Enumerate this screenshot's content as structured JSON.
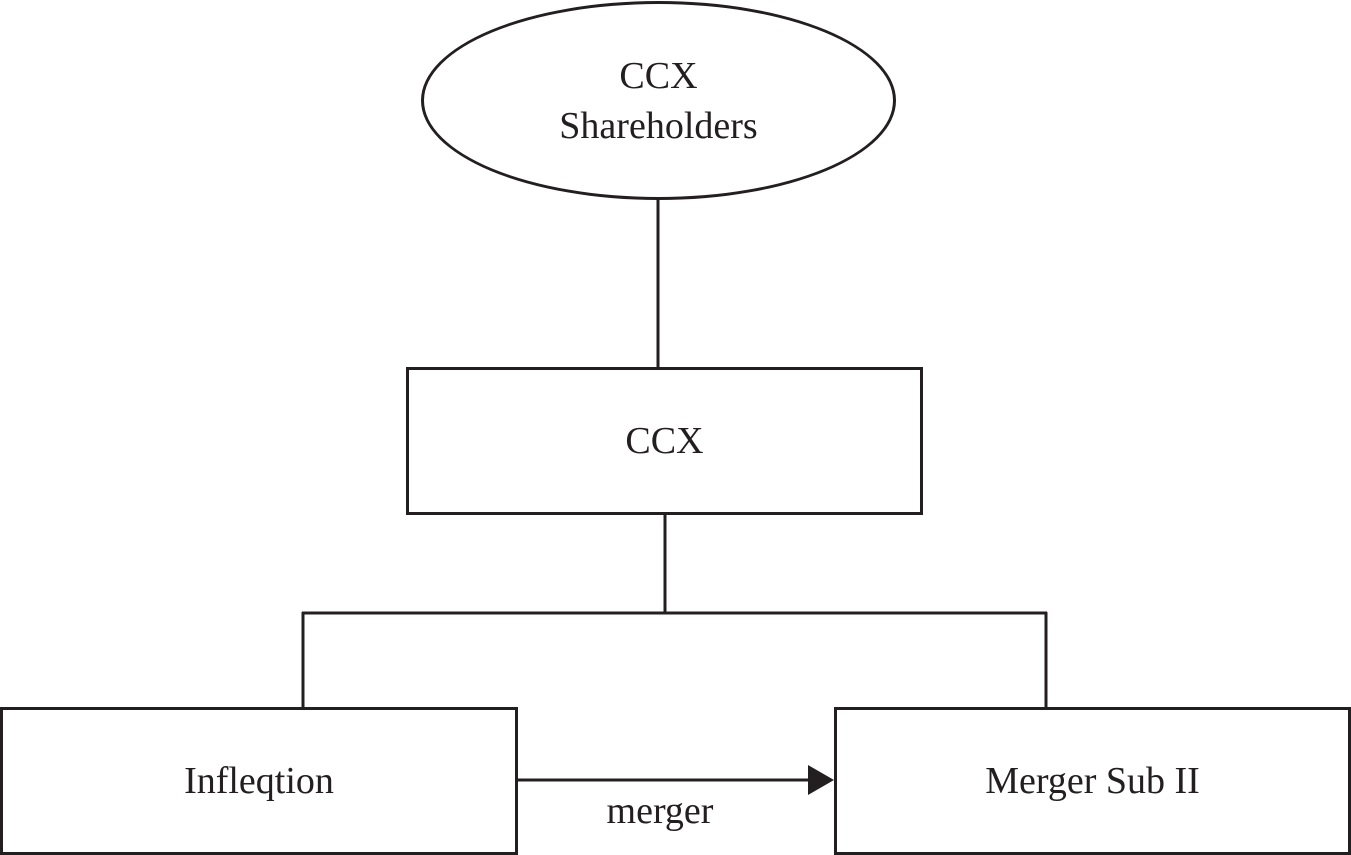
{
  "diagram": {
    "nodes": {
      "shareholders": {
        "line1": "CCX",
        "line2": "Shareholders"
      },
      "ccx": {
        "label": "CCX"
      },
      "infleqtion": {
        "label": "Infleqtion"
      },
      "merger_sub": {
        "label": "Merger Sub II"
      }
    },
    "edges": {
      "merger_label": "merger"
    },
    "colors": {
      "stroke": "#231f20",
      "background": "#ffffff"
    }
  }
}
